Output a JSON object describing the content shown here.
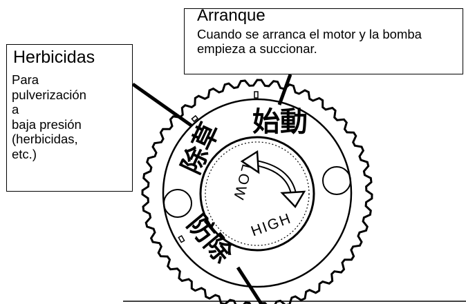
{
  "callouts": {
    "arranque": {
      "title": "Arranque",
      "text": "Cuando se arranca el motor y la bomba empieza a succionar."
    },
    "herbicidas": {
      "title": "Herbicidas",
      "text": "Para\npulverización\na\nbaja presión\n(herbicidas,\netc.)"
    }
  },
  "dial": {
    "label_top_right": "始動",
    "label_left": "除草",
    "label_bottom_left": "防除",
    "knob_text_low": "LOW",
    "knob_text_high": "HIGH"
  }
}
